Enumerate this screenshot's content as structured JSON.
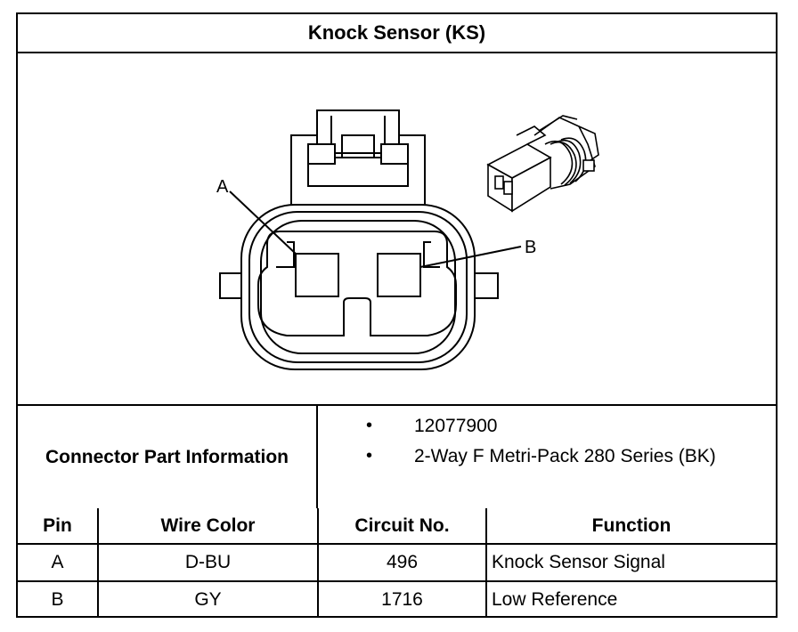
{
  "title": "Knock Sensor (KS)",
  "diagram": {
    "pin_labels": [
      "A",
      "B"
    ],
    "icons": [
      "connector-face-drawing",
      "connector-3d-view"
    ]
  },
  "connector_info": {
    "label": "Connector Part Information",
    "items": [
      "12077900",
      "2-Way F Metri-Pack 280 Series (BK)"
    ],
    "bullet": "•"
  },
  "table": {
    "headers": [
      "Pin",
      "Wire Color",
      "Circuit No.",
      "Function"
    ],
    "rows": [
      [
        "A",
        "D-BU",
        "496",
        "Knock Sensor Signal"
      ],
      [
        "B",
        "GY",
        "1716",
        "Low Reference"
      ]
    ]
  }
}
